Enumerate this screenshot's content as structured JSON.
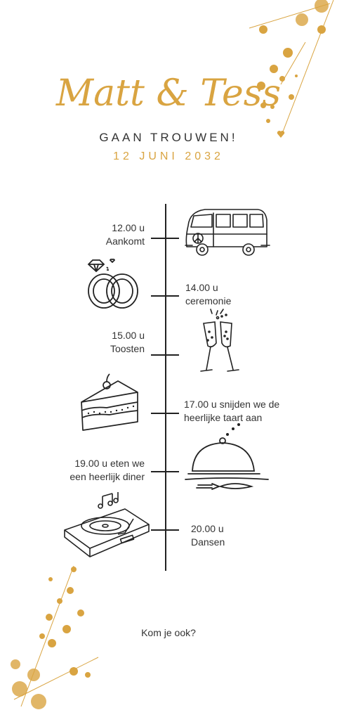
{
  "header": {
    "couple_names": "Matt & Tess",
    "subtitle": "GAAN TROUWEN!",
    "date": "12 JUNI 2032"
  },
  "timeline": {
    "events": [
      {
        "time": "12.00 u",
        "label": "Aankomt",
        "icon": "van-icon"
      },
      {
        "time": "14.00 u",
        "label": "ceremonie",
        "icon": "rings-icon"
      },
      {
        "time": "15.00 u",
        "label": "Toosten",
        "icon": "champagne-icon"
      },
      {
        "time": "17.00 u  snijden we de",
        "label": "heerlijke taart aan",
        "icon": "cake-icon"
      },
      {
        "time": "19.00 u eten we",
        "label": "een heerlijk diner",
        "icon": "cloche-icon"
      },
      {
        "time": "20.00 u",
        "label": "Dansen",
        "icon": "turntable-icon"
      }
    ]
  },
  "footer": {
    "closing": "Kom je ook?"
  },
  "colors": {
    "gold": "#d9a441",
    "ink": "#222222",
    "background": "#ffffff"
  }
}
